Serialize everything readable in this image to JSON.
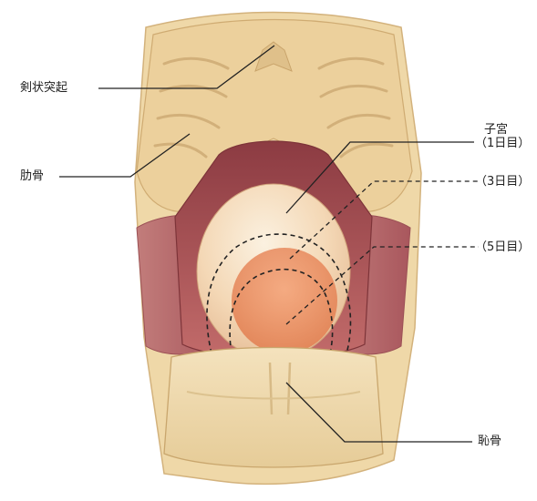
{
  "labels": {
    "xiphoid": "剣状突起",
    "rib": "肋骨",
    "uterus_title": "子宮",
    "day1": "（1日目）",
    "day3": "（3日目）",
    "day5": "（5日目）",
    "pubis": "恥骨"
  },
  "colors": {
    "body_skin": "#efd8a8",
    "body_shade": "#d8ba84",
    "ribcage_inner": "#e9c992",
    "abdominal_muscle": "#b86f72",
    "cavity_dark": "#8a3f45",
    "uterus_light": "#f7e7cc",
    "uterus_core": "#f08c5c",
    "leader_line": "#222222"
  }
}
